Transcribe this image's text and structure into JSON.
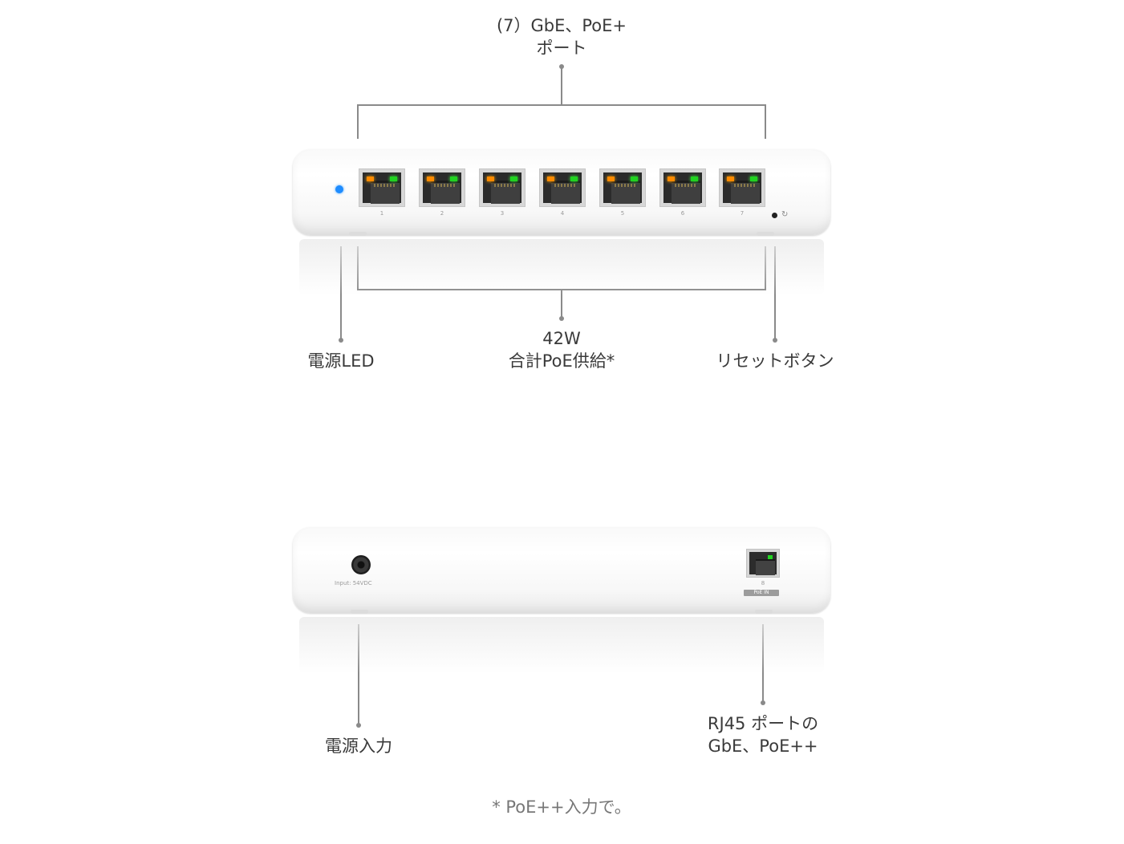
{
  "callouts": {
    "gbe_ports": {
      "line1": "(7）GbE、PoE+",
      "line2": "ポート"
    },
    "power_led": "電源LED",
    "poe_budget": {
      "line1": "42W",
      "line2": "合計PoE供給*"
    },
    "reset_button": "リセットボタン",
    "power_input": "電源入力",
    "rj45_uplink": {
      "line1": "RJ45 ポートの",
      "line2": "GbE、PoE++"
    }
  },
  "front_device": {
    "port_numbers": [
      "1",
      "2",
      "3",
      "4",
      "5",
      "6",
      "7"
    ]
  },
  "rear_device": {
    "dc_label": "Input: 54VDC",
    "port_number": "8",
    "poe_in_label": "PoE IN"
  },
  "footnote": "* PoE++入力で。",
  "colors": {
    "power_led": "#1e8cff",
    "link_led": "#21d321",
    "activity_led": "#ff8a00",
    "callout_line": "#8a8a8a"
  }
}
